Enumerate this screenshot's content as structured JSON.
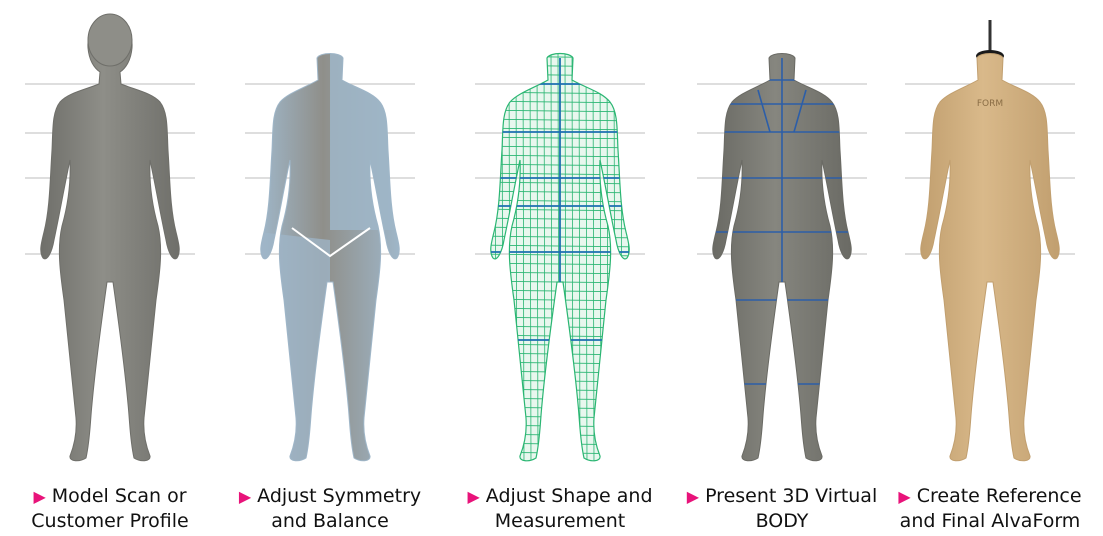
{
  "accent_color": "#e8137a",
  "arrow_glyph": "▶",
  "guide_line_color": "#c9c9c9",
  "steps": [
    {
      "id": "scan",
      "line1": "Model Scan or",
      "line2": "Customer Profile",
      "icon": "scanned-body-figure",
      "colors": {
        "body": "#8e8e88",
        "shade": "#6f6f6a"
      }
    },
    {
      "id": "symmetry",
      "line1": "Adjust Symmetry",
      "line2": "and Balance",
      "icon": "half-mirrored-body-figure",
      "colors": {
        "body": "#8f8f8a",
        "shade": "#9fb6c8"
      }
    },
    {
      "id": "shape",
      "line1": "Adjust Shape and",
      "line2": "Measurement",
      "icon": "wireframe-body-figure",
      "colors": {
        "body": "#e8f7ee",
        "shade": "#2bb673",
        "line": "#1c6fb0"
      }
    },
    {
      "id": "virtual",
      "line1": "Present 3D Virtual",
      "line2": "BODY",
      "icon": "virtual-body-figure",
      "colors": {
        "body": "#86867f",
        "shade": "#6a6a64",
        "line": "#2c5ea8"
      }
    },
    {
      "id": "alvaform",
      "line1": "Create Reference",
      "line2": "and Final AlvaForm",
      "icon": "dress-form-figure",
      "colors": {
        "body": "#d9b98a",
        "shade": "#c19f6f"
      },
      "label": "FORM"
    }
  ]
}
